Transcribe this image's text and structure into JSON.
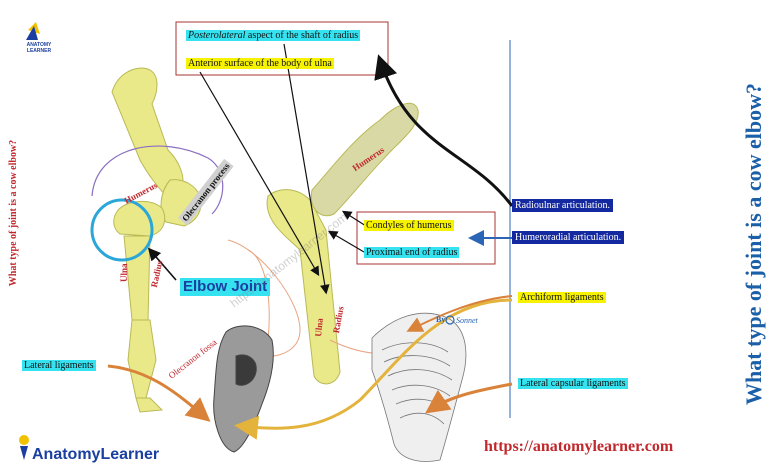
{
  "labels": {
    "posterolateral_em": "Posterolateral",
    "posterolateral_rest": " aspect of the shaft of radius",
    "anterior_ulna": "Anterior surface of the body of ulna",
    "olecranon_process": "Olecranon process",
    "elbow_joint": "Elbow Joint",
    "olecranon_fossa": "Olecranon fossa",
    "lateral_ligaments": "Lateral ligaments",
    "humerus_left": "Humerus",
    "ulna_left": "Ulna",
    "radius_left": "Radius",
    "humerus_right": "Humerus",
    "ulna_right": "Ulna",
    "radius_right": "Radius",
    "condyles": "Condyles of humerus",
    "proximal_radius": "Proximal end of radius",
    "radioulnar": "Radioulnar articulation.",
    "humeroradial": "Humeroradial articulation.",
    "archiform": "Archiform ligaments",
    "lateral_capsular": "Lateral capsular ligaments",
    "by": "By",
    "sonnet": "Sonnet"
  },
  "titles": {
    "vertical_large": "What type of joint is a cow elbow?",
    "vertical_small": "What type of joint is a cow elbow?"
  },
  "brand": {
    "logo_top_text": "ANATOMY LEARNER",
    "logo_bottom": "AnatomyLearner",
    "url": "https://anatomylearner.com",
    "watermark": "https://anatomylearner.com"
  },
  "colors": {
    "cyan": "#35e3f0",
    "yellow": "#f7f200",
    "navy": "#1428a0",
    "title_blue": "#1a5fa8",
    "red": "#c0282d",
    "bone": "#e9e98a",
    "orange_arrow": "#d9823a"
  }
}
